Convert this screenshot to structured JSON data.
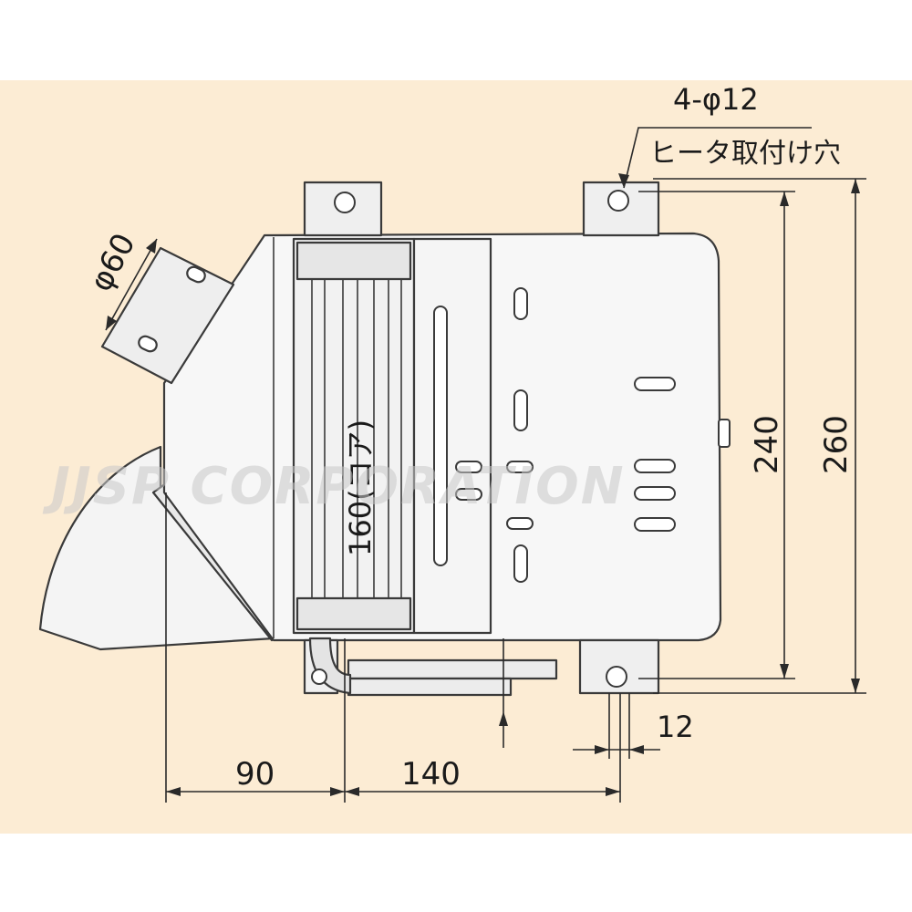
{
  "colors": {
    "background": "#fcecd4",
    "border": "#ffffff",
    "line": "#3a3a3a",
    "body_fill": "#f7f7f7",
    "watermark": "#c8c8c8"
  },
  "labels": {
    "mount_hole_count": "4-φ12",
    "mount_hole_desc": "ヒータ取付け穴",
    "duct_diameter": "φ60",
    "core_height": "160(コア)",
    "hole_spacing_vertical": "240",
    "total_height": "260",
    "hole_diameter": "12",
    "duct_offset": "90",
    "hole_spacing_horizontal": "140"
  },
  "watermark": "JJSP CORPORATION"
}
